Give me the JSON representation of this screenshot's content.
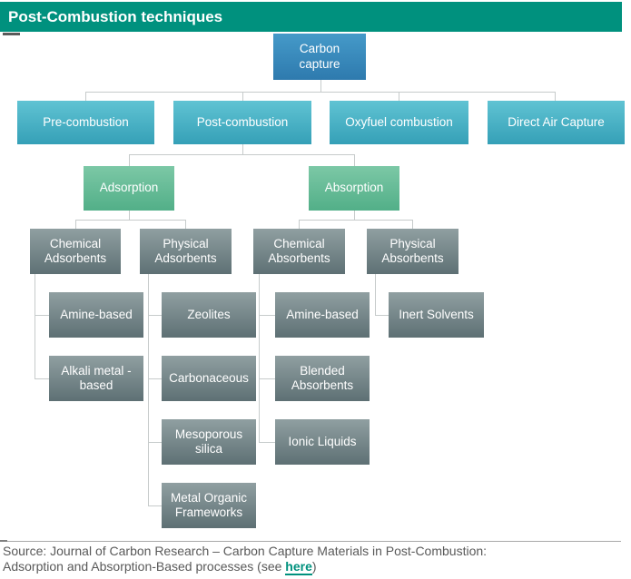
{
  "header": {
    "title": "Post-Combustion techniques"
  },
  "diagram": {
    "root": {
      "label": "Carbon capture",
      "children": [
        {
          "label": "Pre-combustion"
        },
        {
          "label": "Post-combustion",
          "children": [
            {
              "label": "Adsorption",
              "children": [
                {
                  "label": "Chemical Adsorbents",
                  "children": [
                    {
                      "label": "Amine-based"
                    },
                    {
                      "label": "Alkali metal - based"
                    }
                  ]
                },
                {
                  "label": "Physical Adsorbents",
                  "children": [
                    {
                      "label": "Zeolites"
                    },
                    {
                      "label": "Carbonaceous"
                    },
                    {
                      "label": "Mesoporous silica"
                    },
                    {
                      "label": "Metal Organic Frameworks"
                    }
                  ]
                }
              ]
            },
            {
              "label": "Absorption",
              "children": [
                {
                  "label": "Chemical Absorbents",
                  "children": [
                    {
                      "label": "Amine-based"
                    },
                    {
                      "label": "Blended Absorbents"
                    },
                    {
                      "label": "Ionic Liquids"
                    }
                  ]
                },
                {
                  "label": "Physical Absorbents",
                  "children": [
                    {
                      "label": "Inert Solvents"
                    }
                  ]
                }
              ]
            }
          ]
        },
        {
          "label": "Oxyfuel combustion"
        },
        {
          "label": "Direct Air Capture"
        }
      ]
    }
  },
  "footer": {
    "line1": "Source: Journal of Carbon Research – Carbon Capture Materials in Post-Combustion:",
    "line2_prefix": "Adsorption and Absorption-Based processes (see ",
    "link_text": "here",
    "line2_suffix": ")"
  },
  "colors": {
    "header_bar": "#00917E",
    "node_root_blue": "#3B8CBF",
    "node_level2_teal": "#45AEC4",
    "node_level3_green": "#66BB97",
    "node_gray": "#76878B",
    "connector": "#C6CBCB",
    "link": "#00917E",
    "footer_text": "#595959"
  }
}
